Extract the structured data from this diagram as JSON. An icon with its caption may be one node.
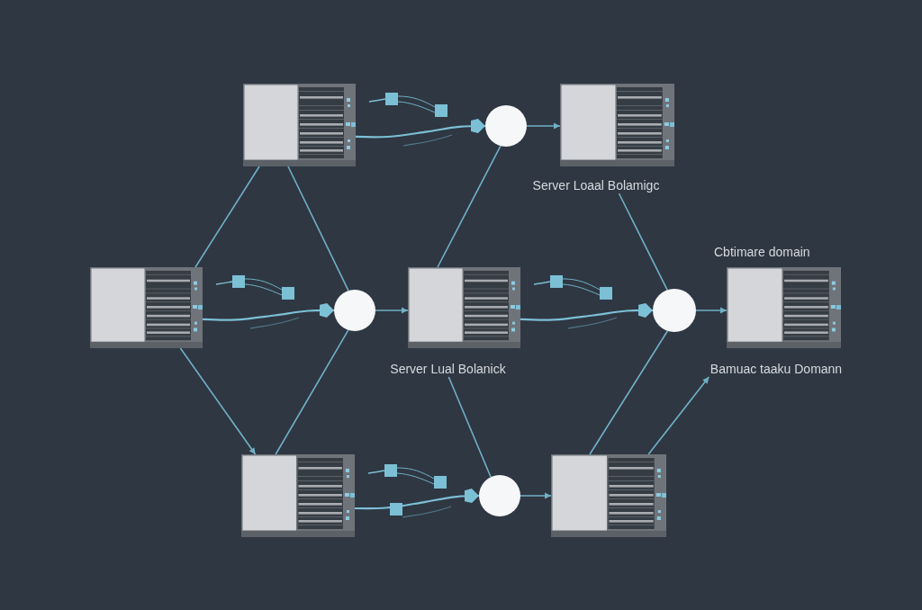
{
  "diagram": {
    "nodes": [
      {
        "text": [],
        "shape": "picture"
      },
      {
        "text": [],
        "shape": "circle"
      },
      {
        "text": [],
        "shape": "picture"
      },
      {
        "text": [
          "Server Loaal Bolamigc"
        ]
      },
      {
        "text": [],
        "shape": "picture"
      },
      {
        "text": [],
        "shape": "circle"
      },
      {
        "text": [],
        "shape": "picture"
      },
      {
        "text": [],
        "shape": "circle"
      },
      {
        "text": [],
        "shape": "picture",
        "beside": [
          "Cbtimare domain"
        ]
      },
      {
        "text": [
          "Server Lual Bolanick"
        ]
      },
      {
        "text": [
          "Bamuac taaku Domann"
        ]
      },
      {
        "text": [],
        "shape": "picture"
      },
      {
        "text": [],
        "shape": "circle"
      },
      {
        "text": [],
        "shape": "picture"
      }
    ],
    "edges": [
      {
        "from": 0,
        "to": 1,
        "arrow": "to"
      },
      {
        "from": 1,
        "to": 2,
        "arrow": "to"
      },
      {
        "from": 0,
        "to": 4,
        "arrow": "none"
      },
      {
        "from": 0,
        "to": 5,
        "arrow": "none"
      },
      {
        "from": 1,
        "to": 6,
        "arrow": "none"
      },
      {
        "from": 3,
        "to": 7,
        "arrow": "none"
      },
      {
        "from": 4,
        "to": 5,
        "arrow": "to"
      },
      {
        "from": 5,
        "to": 6,
        "arrow": "to"
      },
      {
        "from": 6,
        "to": 7,
        "arrow": "to"
      },
      {
        "from": 7,
        "to": 8,
        "arrow": "to"
      },
      {
        "from": 4,
        "to": 11,
        "arrow": "to"
      },
      {
        "from": 5,
        "to": 11,
        "arrow": "none"
      },
      {
        "from": 9,
        "to": 12,
        "arrow": "none"
      },
      {
        "from": 7,
        "to": 13,
        "arrow": "none"
      },
      {
        "from": 13,
        "to": 10,
        "arrow": "to"
      },
      {
        "from": 11,
        "to": 12,
        "arrow": "to"
      },
      {
        "from": 12,
        "to": 13,
        "arrow": "to"
      }
    ]
  }
}
